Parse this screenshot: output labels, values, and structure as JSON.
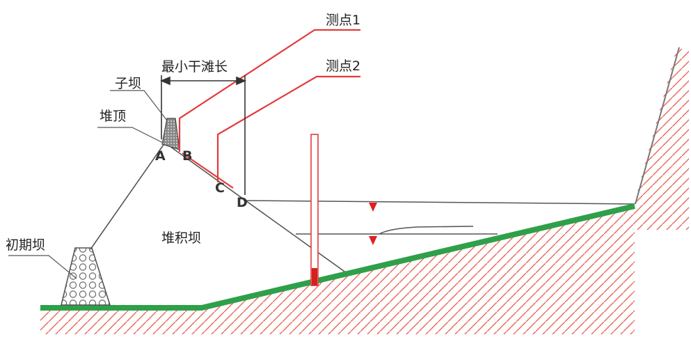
{
  "labels": {
    "point1": "测点1",
    "point2": "测点2",
    "beach_length": "最小干滩长",
    "sub_dam": "子坝",
    "heap_top": "堆顶",
    "initial_dam": "初期坝",
    "tailings_dam": "堆积坝"
  },
  "points": {
    "A": "A",
    "B": "B",
    "C": "C",
    "D": "D"
  },
  "colors": {
    "foundation": "#2fa04a",
    "measure_line": "#e33a3a",
    "water_marker": "#e02020",
    "hatch": "#e8675a",
    "outline": "#555555"
  }
}
